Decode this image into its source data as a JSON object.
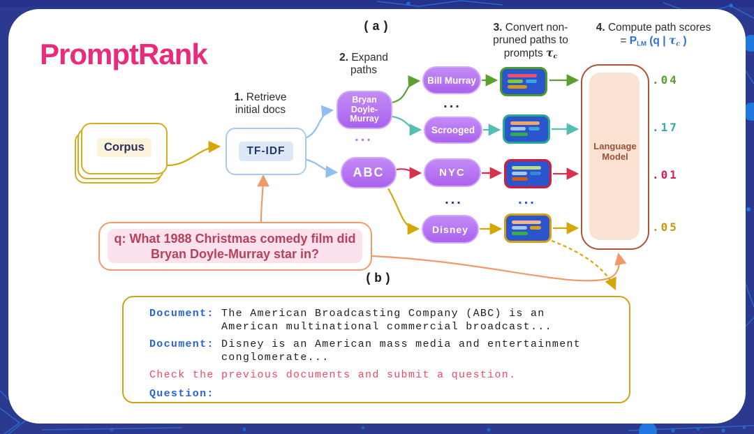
{
  "brand": {
    "title": "PromptRank",
    "color": "#ea2a7a"
  },
  "figure_labels": {
    "a": "(a)",
    "b": "(b)"
  },
  "steps": {
    "s1": {
      "num": "1.",
      "text": " Retrieve initial docs"
    },
    "s2": {
      "num": "2.",
      "text": " Expand paths"
    },
    "s3": {
      "num": "3.",
      "text": " Convert non-pruned paths to prompts ",
      "tau": "τ",
      "tau_sub": "c"
    },
    "s4": {
      "num": "4.",
      "text": " Compute path scores = ",
      "p": "P",
      "p_sub": "LM",
      "mid": " (q | ",
      "tau": "τ",
      "tau_sub": "c",
      "end": " )"
    }
  },
  "corpus": {
    "label": "Corpus"
  },
  "retriever": {
    "label": "TF-IDF"
  },
  "nodes": {
    "bryan": "Bryan Doyle-Murray",
    "abc": "ABC",
    "bill_murray": "Bill Murray",
    "scrooged": "Scrooged",
    "nyc": "NYC",
    "disney": "Disney"
  },
  "ellipses": {
    "under_bryan": "...",
    "bill_scrooged": "...",
    "nyc_disney": "...",
    "prompt_column": "..."
  },
  "prompt_boxes": [
    {
      "icon": "prompt-thumbnail-bill-murray",
      "border_color": "#4a9e28"
    },
    {
      "icon": "prompt-thumbnail-scrooged",
      "border_color": "#2aa893"
    },
    {
      "icon": "prompt-thumbnail-nyc",
      "border_color": "#d41e38"
    },
    {
      "icon": "prompt-thumbnail-disney",
      "border_color": "#d4a010"
    }
  ],
  "language_model": {
    "label": "Language Model"
  },
  "scores": [
    {
      "value": ".04",
      "color": "#5a9e32",
      "css": "color:#5a9e32"
    },
    {
      "value": ".17",
      "color": "#2fae9e",
      "css": "color:#2fae9e"
    },
    {
      "value": ".01",
      "color": "#d6224c",
      "css": "color:#d6224c"
    },
    {
      "value": ".05",
      "color": "#c49a10",
      "css": "color:#c49a10"
    }
  ],
  "question": {
    "prefix": "q:",
    "text": " What 1988 Christmas comedy film did Bryan Doyle-Murray star in?"
  },
  "document_panel": {
    "entries": [
      {
        "label": "Document:",
        "line1": " The American Broadcasting Company (ABC) is an",
        "line2": "American multinational commercial broadcast..."
      },
      {
        "label": "Document:",
        "line1": " Disney is an American mass media and entertainment",
        "line2": "conglomerate..."
      }
    ],
    "instruction": "Check the previous documents and submit a question.",
    "question_label": "Question:"
  },
  "arrow_colors": {
    "gold": "#d4a804",
    "orange": "#f09a6a",
    "blue": "#90bdf2",
    "green": "#5d9e30",
    "teal": "#56bdb0",
    "red": "#d63350"
  },
  "frame": {
    "background": "#2b3a8e",
    "pattern_accent": "#1e78e0"
  }
}
